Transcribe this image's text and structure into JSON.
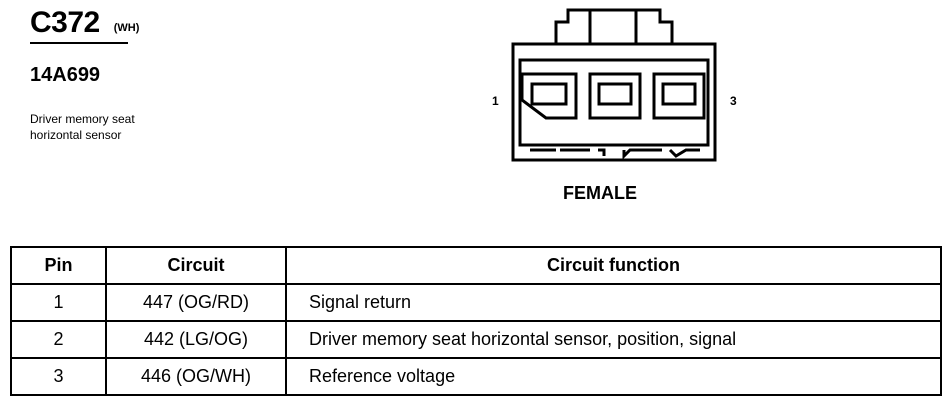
{
  "connector": {
    "code": "C372",
    "color": "(WH)",
    "part_number": "14A699",
    "description_line1": "Driver memory seat",
    "description_line2": "horizontal sensor"
  },
  "diagram": {
    "pin_left": "1",
    "pin_right": "3",
    "view_label": "FEMALE"
  },
  "table": {
    "headers": [
      "Pin",
      "Circuit",
      "Circuit function"
    ],
    "rows": [
      {
        "pin": "1",
        "circuit": "447 (OG/RD)",
        "function": "Signal return"
      },
      {
        "pin": "2",
        "circuit": "442 (LG/OG)",
        "function": "Driver memory seat horizontal sensor, position, signal"
      },
      {
        "pin": "3",
        "circuit": "446 (OG/WH)",
        "function": "Reference voltage"
      }
    ]
  }
}
